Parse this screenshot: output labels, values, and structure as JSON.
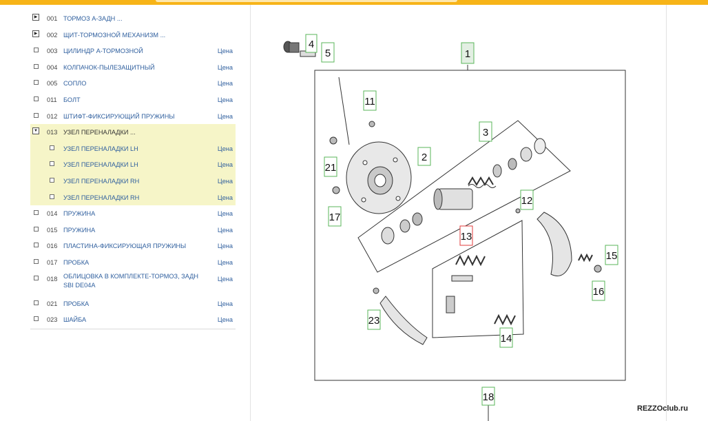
{
  "parts_list": {
    "top": [
      {
        "code": "001",
        "name": "ТОРМОЗ А-ЗАДН ...",
        "price": "",
        "toggle": "expand"
      },
      {
        "code": "002",
        "name": "ЩИТ-ТОРМОЗНОЙ МЕХАНИЗМ ...",
        "price": "",
        "toggle": "expand"
      },
      {
        "code": "003",
        "name": "ЦИЛИНДР А-ТОРМОЗНОЙ",
        "price": "Цена"
      },
      {
        "code": "004",
        "name": "КОЛПАЧОК-ПЫЛЕЗАЩИТНЫЙ",
        "price": "Цена"
      },
      {
        "code": "005",
        "name": "СОПЛО",
        "price": "Цена"
      },
      {
        "code": "011",
        "name": "БОЛТ",
        "price": "Цена"
      },
      {
        "code": "012",
        "name": "ШТИФТ-ФИКСИРУЮЩИЙ ПРУЖИНЫ",
        "price": "Цена"
      }
    ],
    "group": {
      "code": "013",
      "name": "УЗЕЛ ПЕРЕНАЛАДКИ ...",
      "toggle": "collapse",
      "children": [
        {
          "name": "УЗЕЛ ПЕРЕНАЛАДКИ LH",
          "price": "Цена"
        },
        {
          "name": "УЗЕЛ ПЕРЕНАЛАДКИ LH",
          "price": "Цена"
        },
        {
          "name": "УЗЕЛ ПЕРЕНАЛАДКИ RH",
          "price": "Цена"
        },
        {
          "name": "УЗЕЛ ПЕРЕНАЛАДКИ RH",
          "price": "Цена"
        }
      ]
    },
    "bottom": [
      {
        "code": "014",
        "name": "ПРУЖИНА",
        "price": "Цена"
      },
      {
        "code": "015",
        "name": "ПРУЖИНА",
        "price": "Цена"
      },
      {
        "code": "016",
        "name": "ПЛАСТИНА-ФИКСИРУЮЩАЯ ПРУЖИНЫ",
        "price": "Цена"
      },
      {
        "code": "017",
        "name": "ПРОБКА",
        "price": "Цена"
      },
      {
        "code": "018",
        "name": "ОБЛИЦОВКА В КОМПЛЕКТЕ-ТОРМОЗ, ЗАДН SBI DE04A",
        "price": "Цена"
      },
      {
        "code": "021",
        "name": "ПРОБКА",
        "price": "Цена"
      },
      {
        "code": "023",
        "name": "ШАЙБА",
        "price": "Цена"
      }
    ]
  },
  "diagram": {
    "callouts": [
      "1",
      "2",
      "3",
      "4",
      "5",
      "11",
      "12",
      "13",
      "14",
      "15",
      "16",
      "17",
      "18",
      "21",
      "23"
    ],
    "highlighted_callout": "13",
    "colors": {
      "callout_border": "#58b558",
      "callout_highlight": "#e23b3b",
      "line": "#333333"
    }
  },
  "watermark": "REZZOclub.ru"
}
